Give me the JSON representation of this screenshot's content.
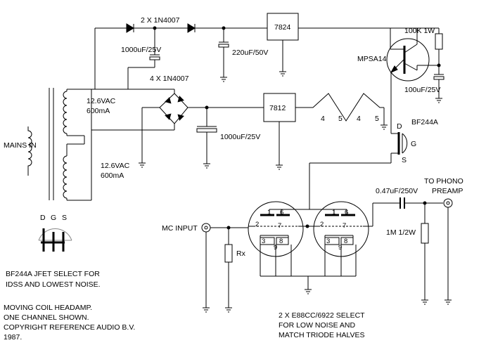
{
  "labels": {
    "diodes_top": "2 X 1N4007",
    "reg_24": "7824",
    "cap_1000_top": "1000uF/25V",
    "bridge": "4 X 1N4007",
    "cap_220": "220uF/50V",
    "res_100k": "100K 1W",
    "mpsa": "MPSA14",
    "cap_100": "100uF/25V",
    "sec_top_v": "12.6VAC",
    "sec_top_i": "600mA",
    "reg_12": "7812",
    "heater_1": "4",
    "heater_2": "5",
    "heater_3": "4",
    "heater_4": "5",
    "jfet": "BF244A",
    "jfet_d": "D",
    "jfet_g": "G",
    "jfet_s": "S",
    "cap_1000_mid": "1000uF/25V",
    "mains": "MAINS IN",
    "sec_bot_v": "12.6VAC",
    "sec_bot_i": "600mA",
    "to_phono_1": "TO PHONO",
    "to_phono_2": "PREAMP",
    "cap_047": "0.47uF/250V",
    "dgs_d": "D",
    "dgs_g": "G",
    "dgs_s": "S",
    "mc_input": "MC INPUT",
    "res_1m": "1M 1/2W",
    "rx": "Rx",
    "tube1_pins": [
      "1",
      "6",
      "2",
      "7",
      "3",
      "8",
      "9"
    ],
    "tube2_pins": [
      "1",
      "6",
      "2",
      "7",
      "3",
      "8",
      "9"
    ],
    "note_jfet_1": "BF244A JFET SELECT FOR",
    "note_jfet_2": "IDSS AND LOWEST NOISE.",
    "note_main_1": "MOVING COIL HEADAMP.",
    "note_main_2": "ONE CHANNEL SHOWN.",
    "note_main_3": "COPYRIGHT REFERENCE AUDIO B.V.",
    "note_main_4": "1987.",
    "note_tube_1": "2 X E88CC/6922 SELECT",
    "note_tube_2": "FOR LOW NOISE AND",
    "note_tube_3": "MATCH TRIODE HALVES"
  }
}
